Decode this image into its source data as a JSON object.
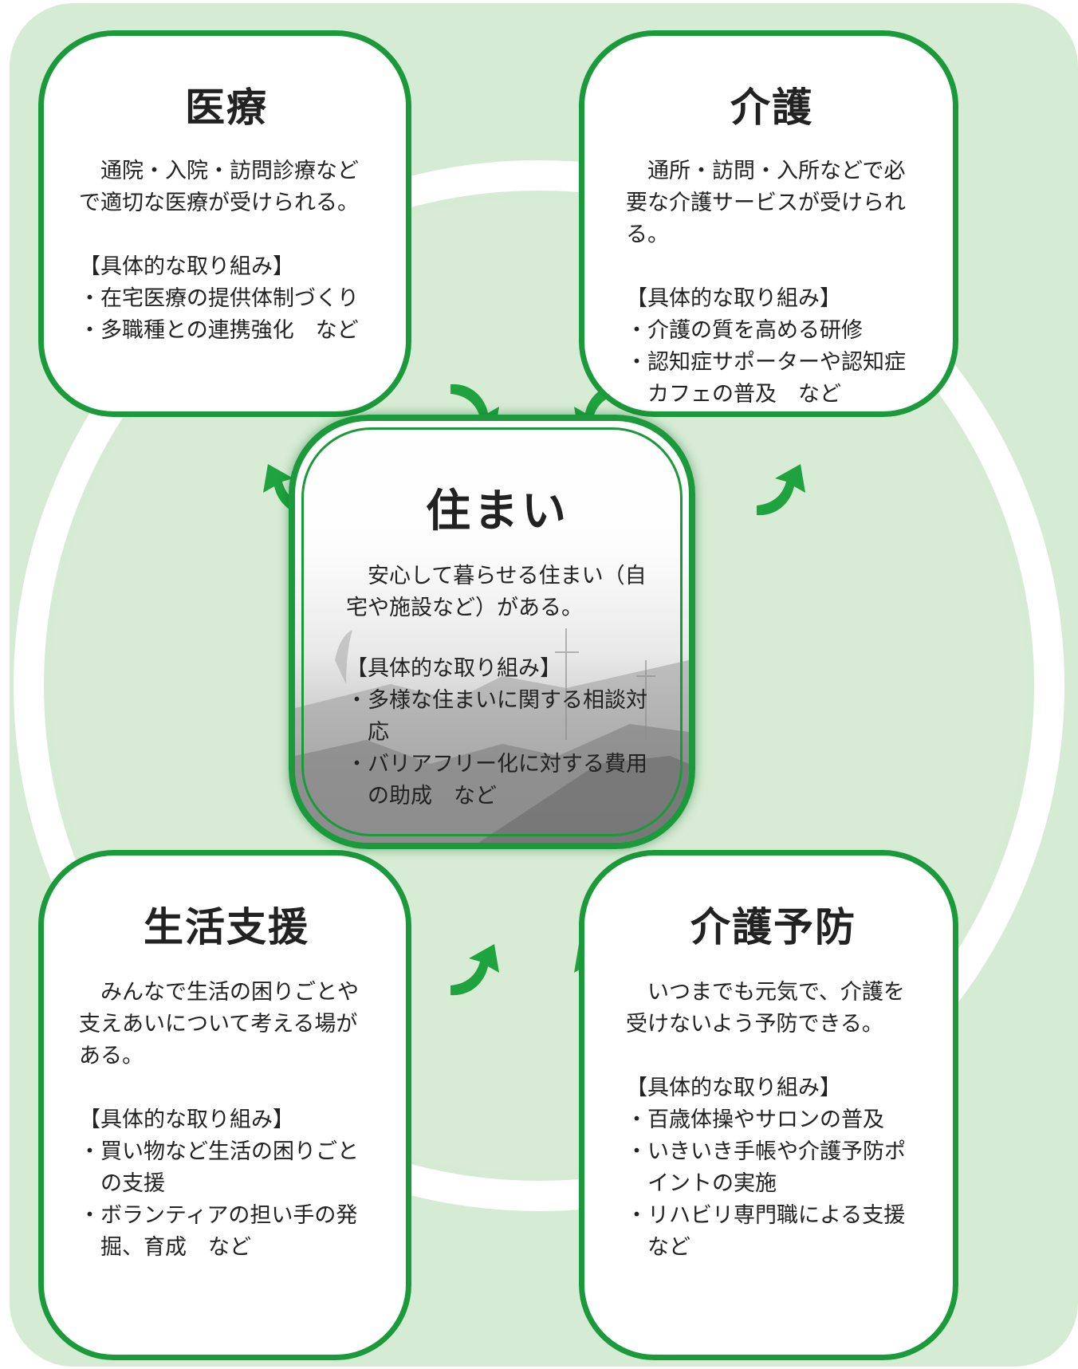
{
  "colors": {
    "accent": "#1a9a3a",
    "panel": "#d6ebd3",
    "ring": "#ffffff"
  },
  "center": {
    "title": "住まい",
    "desc": "安心して暮らせる住まい（自宅や施設など）がある。",
    "heading": "【具体的な取り組み】",
    "items": [
      "多様な住まいに関する相談対応",
      "バリアフリー化に対する費用の助成　など"
    ]
  },
  "iryo": {
    "title": "医療",
    "desc": "通院・入院・訪問診療などで適切な医療が受けられる。",
    "heading": "【具体的な取り組み】",
    "items": [
      "在宅医療の提供体制づくり",
      "多職種との連携強化　など"
    ]
  },
  "kaigo": {
    "title": "介護",
    "desc": "通所・訪問・入所などで必要な介護サービスが受けられる。",
    "heading": "【具体的な取り組み】",
    "items": [
      "介護の質を高める研修",
      "認知症サポーターや認知症カフェの普及　など"
    ]
  },
  "seikatsu": {
    "title": "生活支援",
    "desc": "みんなで生活の困りごとや支えあいについて考える場がある。",
    "heading": "【具体的な取り組み】",
    "items": [
      "買い物など生活の困りごとの支援",
      "ボランティアの担い手の発掘、育成　など"
    ]
  },
  "yobou": {
    "title": "介護予防",
    "desc": "いつまでも元気で、介護を受けないよう予防できる。",
    "heading": "【具体的な取り組み】",
    "items": [
      "百歳体操やサロンの普及",
      "いきいき手帳や介護予防ポイントの実施",
      "リハビリ専門職による支援　など"
    ]
  }
}
